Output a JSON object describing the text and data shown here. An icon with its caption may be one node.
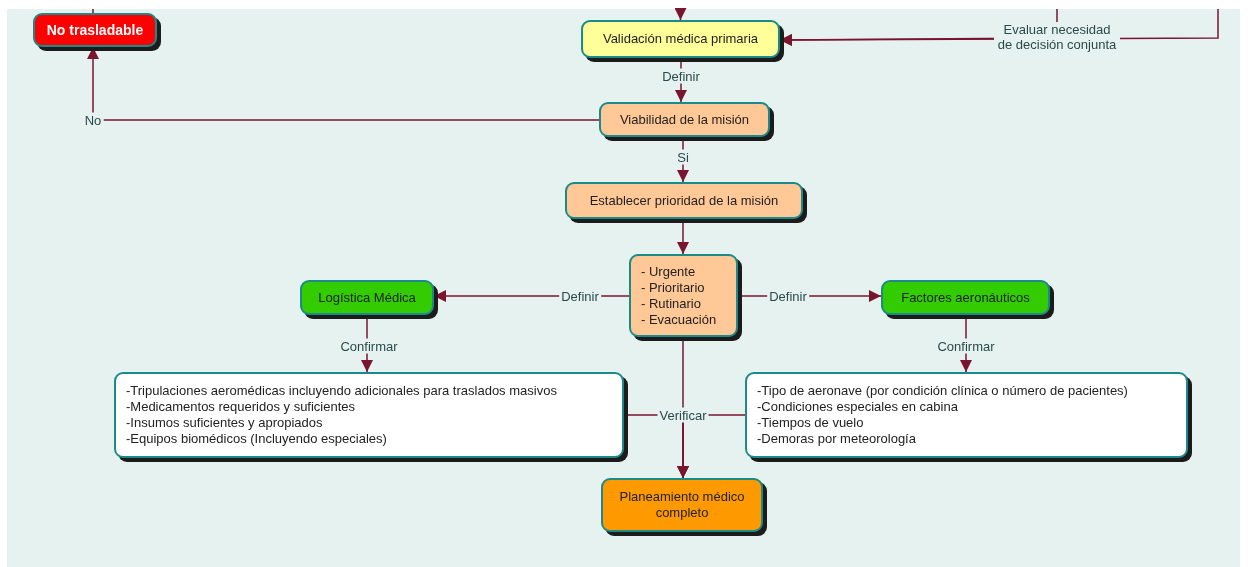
{
  "diagram": {
    "nodes": [
      {
        "text": [
          "No trasladable"
        ]
      },
      {
        "text": [
          "Validación médica primaria"
        ]
      },
      {
        "text": [
          "Viabilidad de la misión"
        ]
      },
      {
        "text": [
          "Establecer prioridad de la misión"
        ]
      },
      {
        "text": [
          "- Urgente",
          "- Prioritario",
          "- Rutinario",
          "- Evacuación"
        ]
      },
      {
        "text": [
          "Logística Médica"
        ]
      },
      {
        "text": [
          "Factores aeronáuticos"
        ]
      },
      {
        "text": [
          "-Tripulaciones aeromédicas incluyendo adicionales para traslados masivos",
          "-Medicamentos requeridos y suficientes",
          "-Insumos suficientes y apropiados",
          "-Equipos biomédicos (Incluyendo especiales)"
        ]
      },
      {
        "text": [
          "-Tipo de aeronave (por condición clínica o número de pacientes)",
          "-Condiciones especiales en cabina",
          "-Tiempos de vuelo",
          "-Demoras por meteorología"
        ]
      },
      {
        "text": [
          "Planeamiento médico completo"
        ]
      }
    ],
    "edges": [
      {
        "from": null,
        "to": 0,
        "arrow": "none"
      },
      {
        "from": null,
        "to": 1,
        "arrow": "to"
      },
      {
        "from": null,
        "to": 1,
        "arrow": "to",
        "label": "Evaluar necesidad de decisión conjunta"
      },
      {
        "from": null,
        "to": 1,
        "arrow": "to"
      },
      {
        "from": 1,
        "to": 2,
        "arrow": "to",
        "label": "Definir"
      },
      {
        "from": 2,
        "to": 0,
        "arrow": "to",
        "label": "No"
      },
      {
        "from": 2,
        "to": 3,
        "arrow": "to",
        "label": "Si"
      },
      {
        "from": 3,
        "to": 4,
        "arrow": "to"
      },
      {
        "from": 4,
        "to": 5,
        "arrow": "to",
        "label": "Definir"
      },
      {
        "from": 4,
        "to": 6,
        "arrow": "to",
        "label": "Definir"
      },
      {
        "from": 5,
        "to": 7,
        "arrow": "to",
        "label": "Confirmar"
      },
      {
        "from": 6,
        "to": 8,
        "arrow": "to",
        "label": "Confirmar"
      },
      {
        "from": 4,
        "to": 9,
        "arrow": "to"
      },
      {
        "from": 7,
        "to": 9,
        "arrow": "to",
        "label": "Verificar"
      },
      {
        "from": 8,
        "to": 9,
        "arrow": "to"
      }
    ]
  }
}
